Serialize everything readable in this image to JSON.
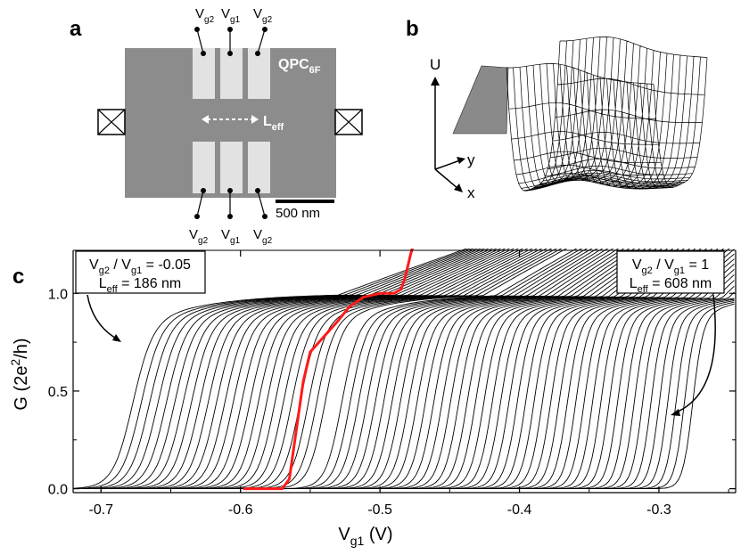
{
  "panels": {
    "a": "a",
    "b": "b",
    "c": "c"
  },
  "sem": {
    "gate_labels_top": [
      {
        "base": "V",
        "sub": "g2"
      },
      {
        "base": "V",
        "sub": "g1"
      },
      {
        "base": "V",
        "sub": "g2"
      }
    ],
    "gate_labels_bottom": [
      {
        "base": "V",
        "sub": "g2"
      },
      {
        "base": "V",
        "sub": "g1"
      },
      {
        "base": "V",
        "sub": "g2"
      }
    ],
    "device_label": {
      "base": "QPC",
      "sub": "6F"
    },
    "length_label": {
      "base": "L",
      "sub": "eff"
    },
    "scalebar_label": "500 nm",
    "colors": {
      "substrate": "#8c8c8c",
      "gate": "#e2e2e2",
      "contact": "#ffffff"
    }
  },
  "potential": {
    "axis_labels": {
      "u": "U",
      "y": "y",
      "x": "x"
    }
  },
  "annotations": {
    "left_box": {
      "ratio": "V<sub>g2</sub> / V<sub>g1</sub> = -0.05",
      "leff": "L<sub>eff</sub> = 186 nm"
    },
    "right_box": {
      "ratio": "V<sub>g2</sub> / V<sub>g1</sub> = 1",
      "leff": "L<sub>eff</sub> = 608 nm"
    }
  },
  "chart_data": {
    "type": "line",
    "xlabel": "V<sub>g1</sub>  (V)",
    "ylabel": "G  (2e<sup>2</sup>/h)",
    "xlim": [
      -0.72,
      -0.245
    ],
    "ylim": [
      -0.02,
      1.22
    ],
    "xticks": [
      -0.7,
      -0.6,
      -0.5,
      -0.4,
      -0.3
    ],
    "xtick_labels": [
      "-0.7",
      "-0.6",
      "-0.5",
      "-0.4",
      "-0.3"
    ],
    "yticks": [
      0.0,
      0.5,
      1.0
    ],
    "ytick_labels": [
      "0.0",
      "0.5",
      "1.0"
    ],
    "series_count": 68,
    "rise_voltage_first": -0.69,
    "rise_voltage_last": -0.288,
    "highlighted_series_index": 24,
    "highlight_color": "#ff1a1a",
    "trace_color": "#000000",
    "grid": false
  }
}
